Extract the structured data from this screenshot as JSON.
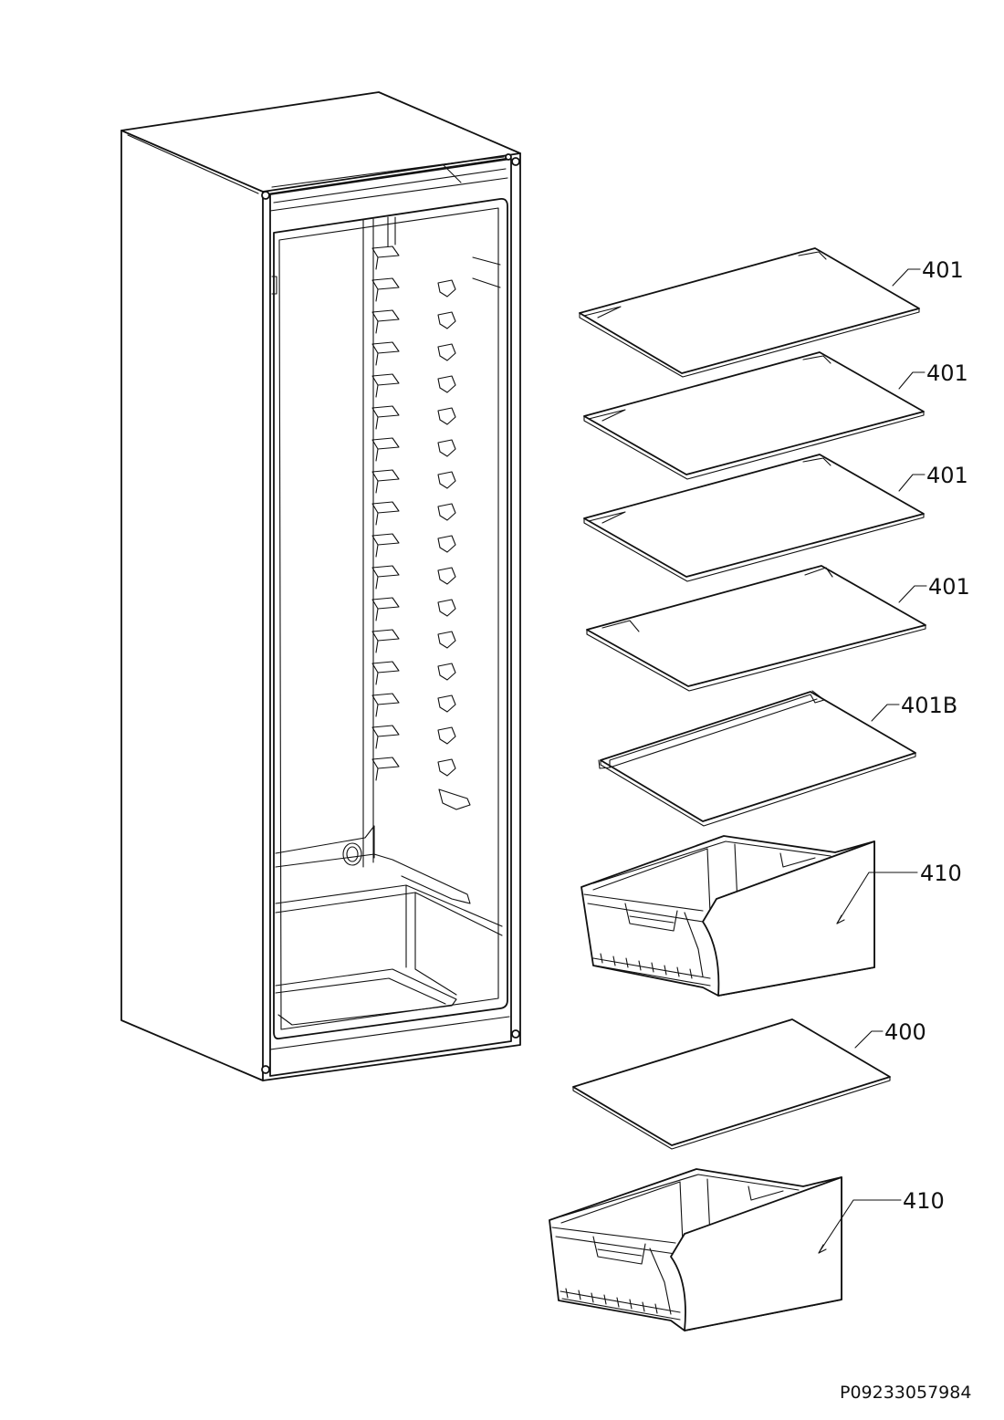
{
  "drawing_code": "P09233057984",
  "callouts": [
    {
      "id": "shelf-1",
      "text": "401"
    },
    {
      "id": "shelf-2",
      "text": "401"
    },
    {
      "id": "shelf-3",
      "text": "401"
    },
    {
      "id": "shelf-4",
      "text": "401"
    },
    {
      "id": "shelf-5",
      "text": "401B"
    },
    {
      "id": "drawer-top",
      "text": "410"
    },
    {
      "id": "drawer-cover",
      "text": "400"
    },
    {
      "id": "drawer-bottom",
      "text": "410"
    }
  ]
}
